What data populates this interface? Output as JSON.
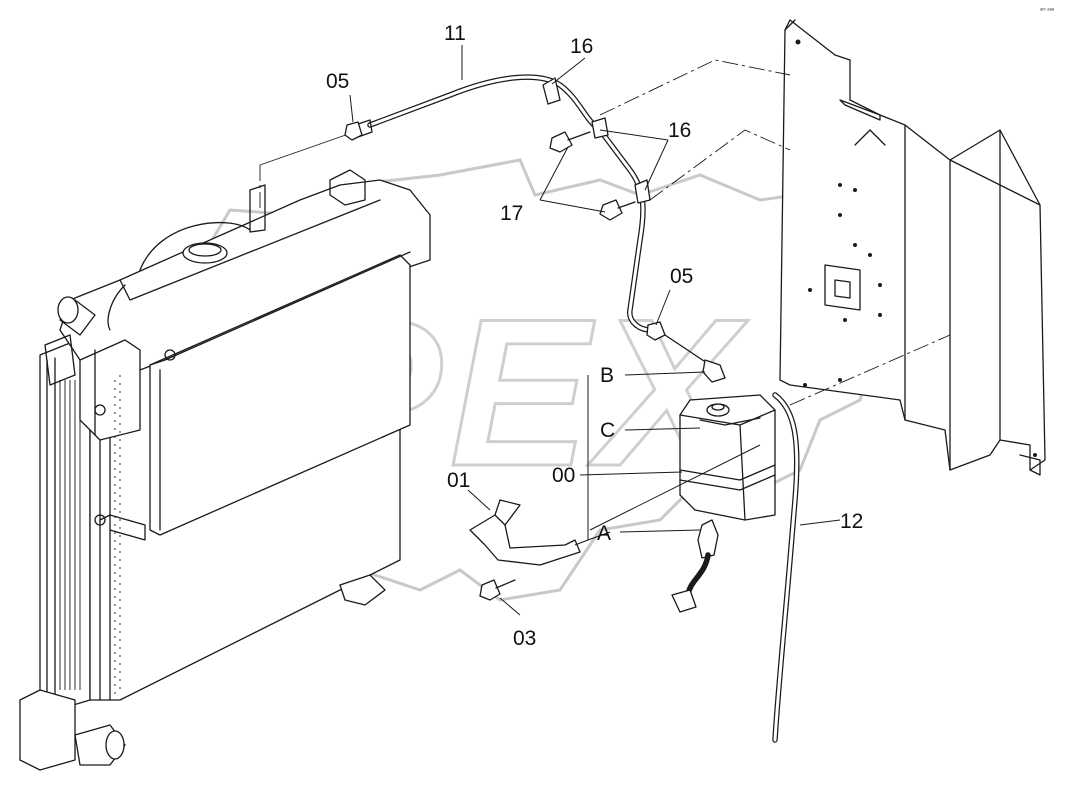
{
  "watermark": {
    "text": "OPEX"
  },
  "corner_mark": "ᵃᵐ ᵃᵃᵃ",
  "callouts": [
    {
      "id": "c11",
      "text": "11"
    },
    {
      "id": "c05a",
      "text": "05"
    },
    {
      "id": "c16a",
      "text": "16"
    },
    {
      "id": "c16b",
      "text": "16"
    },
    {
      "id": "c17",
      "text": "17"
    },
    {
      "id": "c05b",
      "text": "05"
    },
    {
      "id": "cB",
      "text": "B"
    },
    {
      "id": "cC",
      "text": "C"
    },
    {
      "id": "c00",
      "text": "00"
    },
    {
      "id": "c01",
      "text": "01"
    },
    {
      "id": "cA",
      "text": "A"
    },
    {
      "id": "c12",
      "text": "12"
    },
    {
      "id": "c03",
      "text": "03"
    }
  ],
  "parts": {
    "radiator": "radiator-assembly",
    "reserve_tank": "coolant-reserve-tank",
    "bracket": "tank-mounting-bracket",
    "overflow_hose": "overflow-hose",
    "vent_hose": "vent-hose",
    "level_sensor": "level-sensor-connector",
    "frame_panel": "frame-panel"
  }
}
